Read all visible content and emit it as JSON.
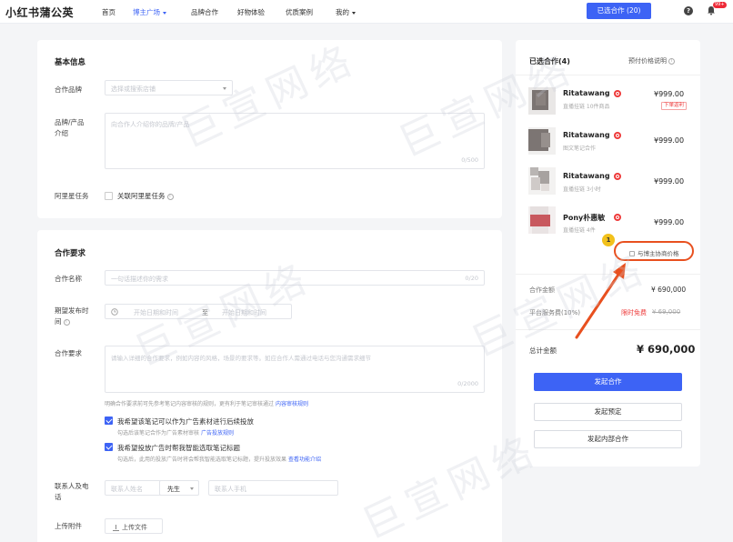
{
  "nav": {
    "brand": "小红书蒲公英",
    "items": [
      "首页",
      "博主广场",
      "品牌合作",
      "好物体验",
      "优质案例",
      "我的"
    ],
    "selected_button": "已选合作 (20)",
    "help": "?",
    "bell_badge": "99+"
  },
  "basic": {
    "title": "基本信息",
    "brand_label": "合作品牌",
    "brand_placeholder": "选择或搜索店铺",
    "intro_label_1": "品牌/产品",
    "intro_label_2": "介绍",
    "intro_placeholder": "向合作人介绍你的品牌/产品",
    "intro_counter": "0/500",
    "task_label": "阿里星任务",
    "task_check_label": "关联阿里星任务"
  },
  "requirements": {
    "title": "合作要求",
    "name_label": "合作名称",
    "name_placeholder": "一句话描述你的需求",
    "name_counter": "0/20",
    "time_label_1": "期望发布时",
    "time_label_2": "间",
    "start_placeholder": "开始日期和时间",
    "to": "至",
    "end_placeholder": "开始日期和时间",
    "req_label": "合作要求",
    "req_placeholder": "请输入详细的合作要求，例如内容的风格，场景的要求等。如应合作人需通过电话与您沟通需求细节",
    "req_counter": "0/2000",
    "req_hint_prefix": "明确合作要求前可先参考笔记内容审核的规则，更有利于笔记审核通过",
    "req_hint_link": "内容审核规则",
    "check1_label": "我希望该笔记可以作为广告素材进行后续投放",
    "check1_hint_prefix": "勾选后该笔记合作为广告素材审核",
    "check1_hint_link": "广告投放规则",
    "check2_label": "我希望投放广告时帮我智能选取笔记标题",
    "check2_hint_prefix": "勾选后，此用的投放广告时将会帮我智能选取笔记标题，提升投放效果",
    "check2_hint_link": "查看功能介绍",
    "contact_label_1": "联系人及电",
    "contact_label_2": "话",
    "contact_name_placeholder": "联系人姓名",
    "contact_title": "先生",
    "contact_phone_placeholder": "联系人手机",
    "upload_label": "上传附件",
    "upload_button": "上传文件"
  },
  "panel": {
    "title": "已选合作(4)",
    "price_note": "预付价格说明",
    "kols": [
      {
        "name": "Ritatawang",
        "sub": "直播挂链  10件商品",
        "price": "¥999.00",
        "tag": "下单返利"
      },
      {
        "name": "Ritatawang",
        "sub": "图文笔记合作",
        "price": "¥999.00",
        "tag": ""
      },
      {
        "name": "Ritatawang",
        "sub": "直播挂链  3小时",
        "price": "¥999.00",
        "tag": ""
      },
      {
        "name": "Pony朴惠敏",
        "sub": "直播挂链  4件",
        "price": "¥999.00",
        "tag": ""
      }
    ],
    "step_marker": "1",
    "negotiate": "与博主协商价格",
    "amount_label": "合作金额",
    "amount_value": "¥ 690,000",
    "fee_label": "平台服务费(10%)",
    "fee_free": "限时免费",
    "fee_original": "¥ 69,000",
    "total_label": "总计金额",
    "total_value": "¥ 690,000",
    "btn_start": "发起合作",
    "btn_appoint": "发起预定",
    "btn_internal": "发起内部合作"
  },
  "colors": {
    "accent": "#3d63f5",
    "highlight": "#e8501f",
    "marker": "#f2c11c"
  },
  "watermark": "巨宣网络"
}
